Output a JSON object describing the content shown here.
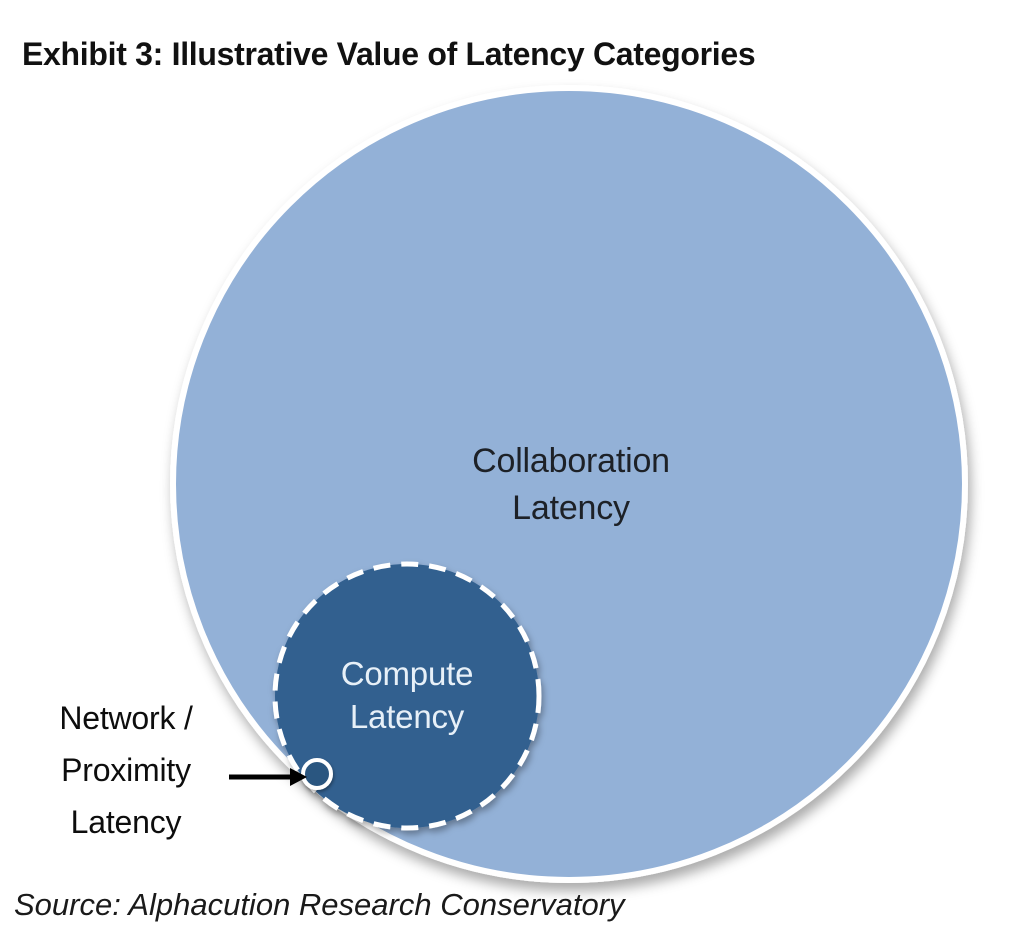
{
  "title": "Exhibit 3: Illustrative Value of Latency Categories",
  "source": "Source: Alphacution Research Conservatory",
  "diagram": {
    "type": "nested-circle-venn",
    "outer_circle": {
      "name": "collaboration-latency",
      "label_lines": [
        "Collaboration",
        "Latency"
      ],
      "fill": "#93b1d7",
      "border": "#ffffff"
    },
    "inner_circle": {
      "name": "compute-latency",
      "label_lines": [
        "Compute",
        "Latency"
      ],
      "fill": "#31608f",
      "border_style": "dashed",
      "border": "#ffffff"
    },
    "point": {
      "name": "network-proximity-latency",
      "label_lines": [
        "Network /",
        "Proximity",
        "Latency"
      ],
      "fill": "#2c5780",
      "border": "#ffffff"
    },
    "annotation_arrow": {
      "color": "#000000",
      "direction": "right",
      "points_to": "network-proximity-latency-dot"
    }
  }
}
